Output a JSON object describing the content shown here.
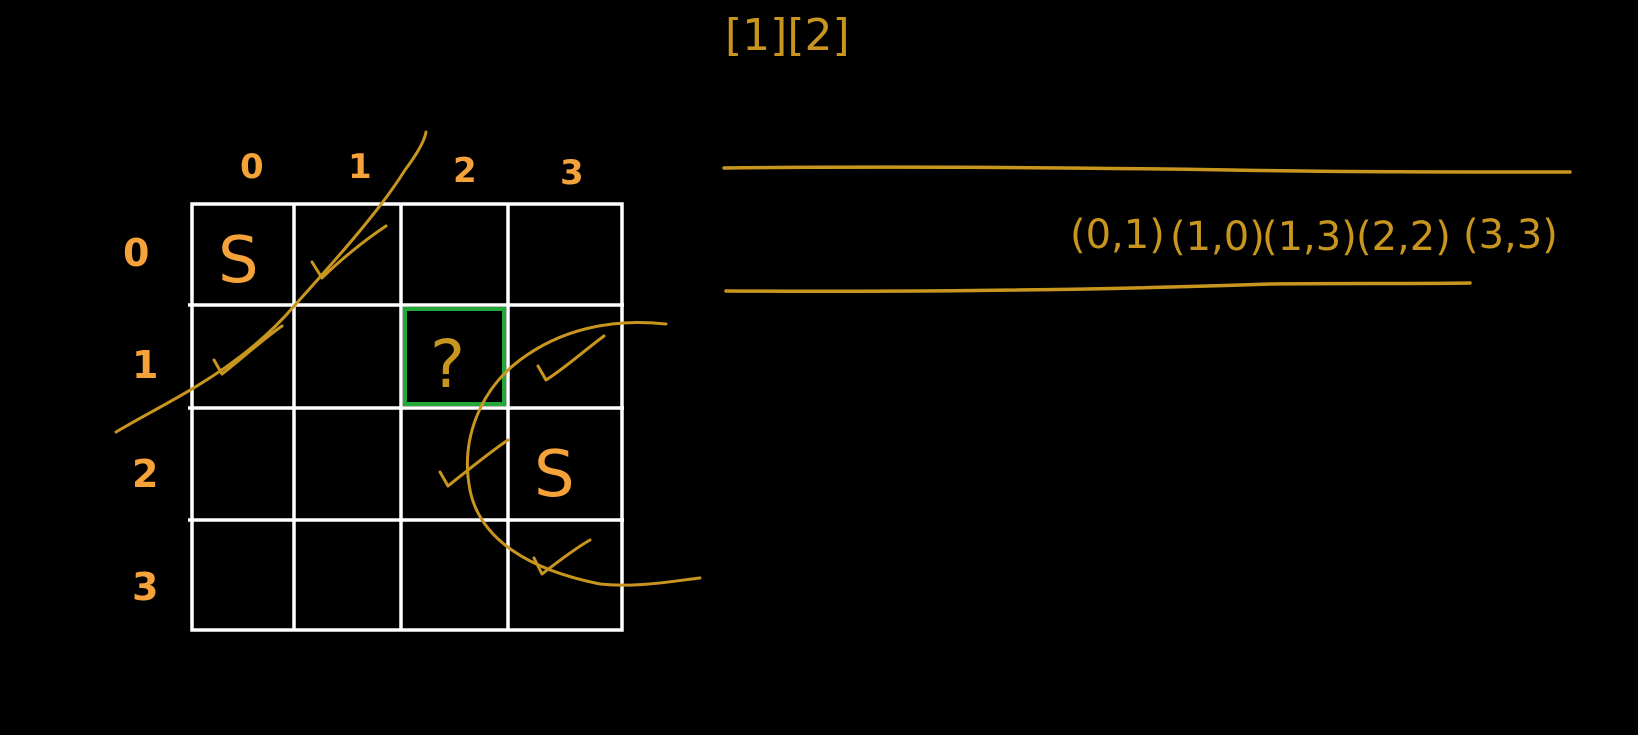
{
  "top_label": "[1][2]",
  "column_labels": [
    "0",
    "1",
    "2",
    "3"
  ],
  "row_labels": [
    "0",
    "1",
    "2",
    "3"
  ],
  "grid": {
    "rows": 4,
    "cols": 4,
    "cells": [
      {
        "row": 0,
        "col": 0,
        "text": "S"
      },
      {
        "row": 1,
        "col": 2,
        "text": "?"
      },
      {
        "row": 2,
        "col": 3,
        "text": "S"
      }
    ]
  },
  "queue_items": [
    "(0,1)",
    "(1,0)",
    "(1,3)",
    "(2,2)",
    "(3,3)"
  ],
  "colors": {
    "background": "#000000",
    "grid_lines": "#ffffff",
    "labels": "#f5a23a",
    "ink": "#c8961e",
    "highlight": "#22a838"
  }
}
